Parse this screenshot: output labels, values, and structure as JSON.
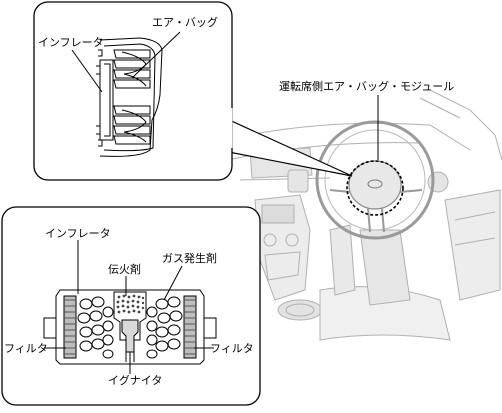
{
  "labels": {
    "inflator_top": "インフレータ",
    "airbag": "エア・バッグ",
    "module": "運転席側エア・バッグ・モジュール",
    "inflator_bottom": "インフレータ",
    "igniter_charge": "伝火剤",
    "gas_generant": "ガス発生剤",
    "filter_left": "フィルタ",
    "filter_right": "フィルタ",
    "igniter": "イグナイタ"
  }
}
